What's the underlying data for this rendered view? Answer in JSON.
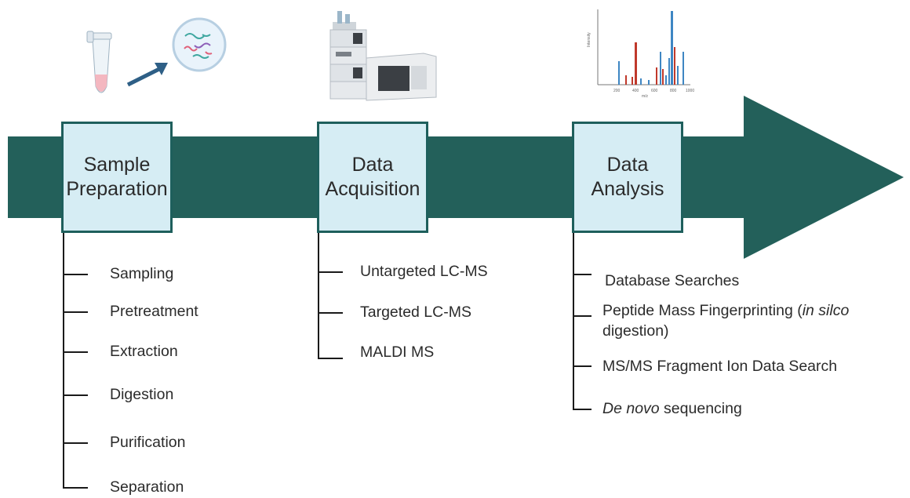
{
  "colors": {
    "arrow": "#23605a",
    "box_fill": "#d6edf4",
    "box_border": "#1e5f5c",
    "connector": "#1a1a1a",
    "spectrum_blue": "#3e86c3",
    "spectrum_red": "#c0392b"
  },
  "stages": [
    {
      "title_line1": "Sample",
      "title_line2": "Preparation",
      "items": [
        "Sampling",
        "Pretreatment",
        "Extraction",
        "Digestion",
        "Purification",
        "Separation"
      ]
    },
    {
      "title_line1": "Data",
      "title_line2": "Acquisition",
      "items": [
        "Untargeted LC-MS",
        "Targeted LC-MS",
        "MALDI MS"
      ]
    },
    {
      "title_line1": "Data",
      "title_line2": "Analysis",
      "items": {
        "db": "Database Searches",
        "pmf_a": "Peptide Mass Fingerprinting (",
        "pmf_em": "in silco",
        "pmf_b": "digestion)",
        "msms": "MS/MS Fragment Ion Data Search",
        "denovo_em": "De novo",
        "denovo_rest": " sequencing"
      }
    }
  ],
  "icons": [
    "tube-icon",
    "bacteria-dish-icon",
    "arrow-icon",
    "lc-ms-instrument-icon",
    "mass-spectrum-icon"
  ],
  "spectrum_labels": {
    "ylabel": "Intensity",
    "xlabel": "m/z",
    "xticks": [
      "200",
      "400",
      "600",
      "800",
      "1000"
    ]
  }
}
